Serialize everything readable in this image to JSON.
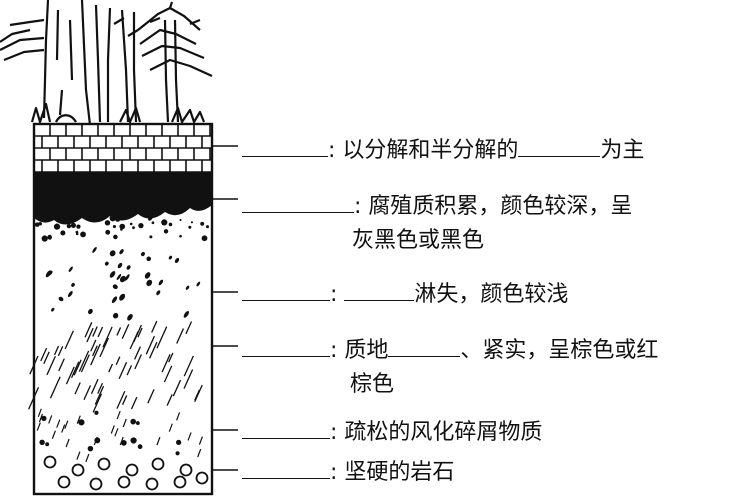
{
  "layers": [
    {
      "text": ": 以分解和半分解的",
      "suffix": "为主"
    },
    {
      "text": ": 腐殖质积累，颜色较深，呈",
      "line2": "灰黑色或黑色"
    },
    {
      "text": ": ",
      "suffix": "淋失，颜色较浅"
    },
    {
      "text": ": 质地",
      "suffix": "、紧实，呈棕色或红",
      "line2": "棕色"
    },
    {
      "text": ": 疏松的风化碎屑物质"
    },
    {
      "text": ": 坚硬的岩石"
    }
  ]
}
